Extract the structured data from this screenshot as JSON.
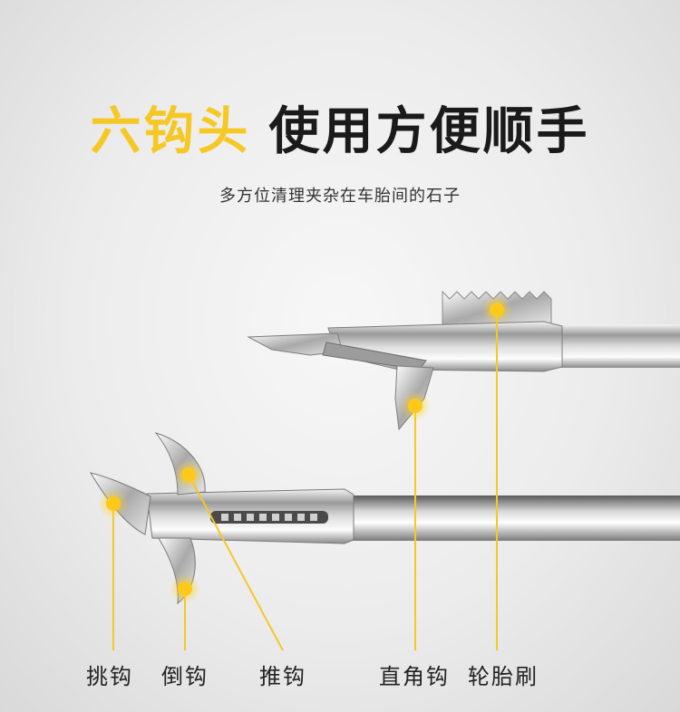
{
  "header": {
    "title_highlight": "六钩头",
    "title_rest": "使用方便顺手",
    "subtitle": "多方位清理夹杂在车胎间的石子"
  },
  "callouts": [
    {
      "label": "挑钩",
      "icon": "pick-hook-icon"
    },
    {
      "label": "倒钩",
      "icon": "barb-hook-icon"
    },
    {
      "label": "推钩",
      "icon": "push-hook-icon"
    },
    {
      "label": "直角钩",
      "icon": "right-angle-hook-icon"
    },
    {
      "label": "轮胎刷",
      "icon": "tire-brush-icon"
    }
  ],
  "colors": {
    "accent": "#f5c826",
    "text": "#1a1a1a",
    "metal": "#c9c9c9"
  }
}
